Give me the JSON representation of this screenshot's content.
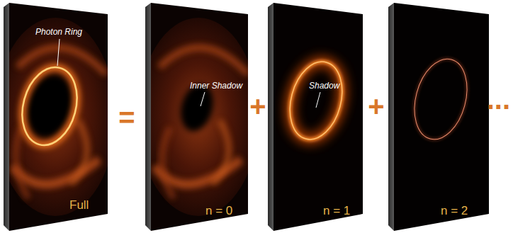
{
  "diagram": {
    "nodes": [
      {
        "text": [
          "Photon Ring",
          "Full"
        ]
      },
      {
        "text": [
          "Inner Shadow",
          "n = 0"
        ]
      },
      {
        "text": [
          "Shadow",
          "n = 1"
        ]
      },
      {
        "text": [
          "n = 2"
        ]
      }
    ],
    "labels": [
      "=",
      "+",
      "+",
      "..."
    ]
  }
}
